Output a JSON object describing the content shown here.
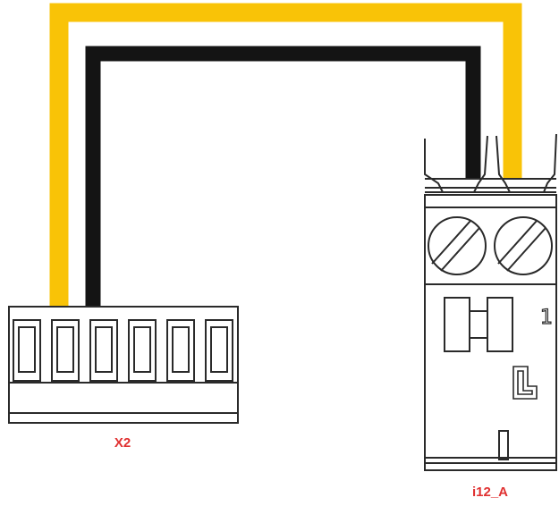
{
  "labels": {
    "left_connector": "X2",
    "right_connector": "i12_A",
    "module_marking": "1"
  },
  "colors": {
    "label": "#e03030",
    "yellow_wire": "#f9c307",
    "black_wire": "#141414",
    "outline": "#2a2a2a"
  },
  "icons": {
    "module_symbol": "l-shaped-symbol-icon"
  }
}
